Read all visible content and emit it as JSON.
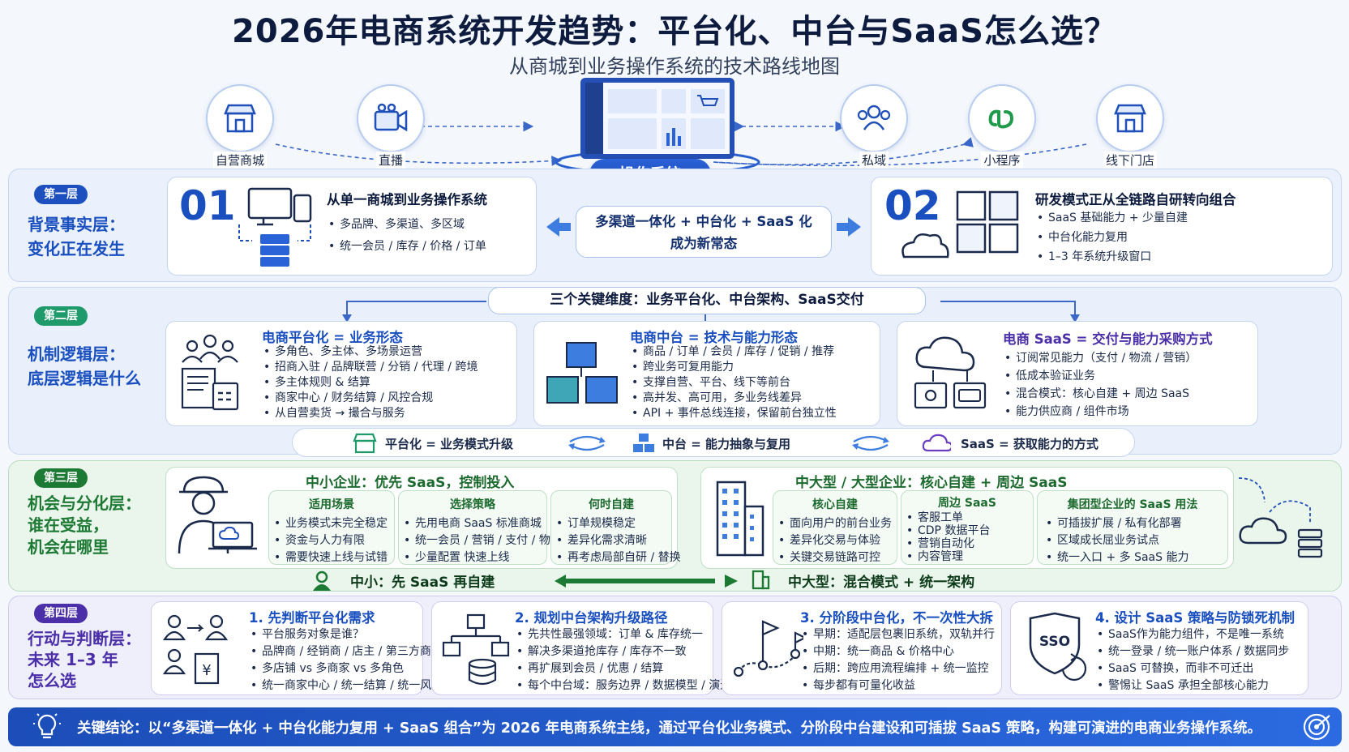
{
  "header": {
    "title": "2026年电商系统开发趋势：平台化、中台与SaaS怎么选？",
    "subtitle": "从商城到业务操作系统的技术路线地图"
  },
  "channels": [
    {
      "label": "自营商城",
      "icon": "storefront-icon"
    },
    {
      "label": "直播",
      "icon": "video-camera-icon"
    },
    {
      "label": "私域",
      "icon": "users-icon"
    },
    {
      "label": "小程序",
      "icon": "mini-program-icon"
    },
    {
      "label": "线下门店",
      "icon": "storefront-icon"
    }
  ],
  "ops_label": "操作系统",
  "layer1": {
    "tag": "第一层",
    "title_lines": [
      "背景事实层：",
      "变化正在发生"
    ],
    "card1": {
      "num": "01",
      "title": "从单一商城到业务操作系统",
      "items": [
        "多品牌、多渠道、多区域",
        "统一会员 / 库存 / 价格 / 订单"
      ]
    },
    "center_lines": [
      "多渠道一体化 + 中台化 + SaaS 化",
      "成为新常态"
    ],
    "card2": {
      "num": "02",
      "title": "研发模式正从全链路自研转向组合",
      "items": [
        "SaaS 基础能力 + 少量自建",
        "中台化能力复用",
        "1–3 年系统升级窗口"
      ]
    }
  },
  "layer2": {
    "tag": "第二层",
    "title_lines": [
      "机制逻辑层：",
      "底层逻辑是什么"
    ],
    "banner": "三个关键维度：业务平台化、中台架构、SaaS交付",
    "cards": [
      {
        "title": "电商平台化 = 业务形态",
        "items": [
          "多角色、多主体、多场景运营",
          "招商入驻 / 品牌联营 / 分销 / 代理 / 跨境",
          "多主体规则 & 结算",
          "商家中心 / 财务结算 / 风控合规",
          "从自营卖货 → 撮合与服务"
        ]
      },
      {
        "title": "电商中台 = 技术与能力形态",
        "items": [
          "商品 / 订单 / 会员 / 库存 / 促销 / 推荐",
          "跨业务可复用能力",
          "支撑自营、平台、线下等前台",
          "高并发、高可用，多业务线差异",
          "API + 事件总线连接，保留前台独立性"
        ]
      },
      {
        "title": "电商 SaaS = 交付与能力采购方式",
        "items": [
          "订阅常见能力（支付 / 物流 / 营销）",
          "低成本验证业务",
          "混合模式：核心自建 + 周边 SaaS",
          "能力供应商 / 组件市场"
        ]
      }
    ],
    "strip": [
      "平台化 = 业务模式升级",
      "中台 = 能力抽象与复用",
      "SaaS = 获取能力的方式"
    ]
  },
  "layer3": {
    "tag": "第三层",
    "title_lines": [
      "机会与分化层：",
      "谁在受益，",
      "机会在哪里"
    ],
    "left": {
      "title": "中小企业：优先 SaaS，控制投入",
      "subs": [
        {
          "title": "适用场景",
          "items": [
            "业务模式未完全稳定",
            "资金与人力有限",
            "需要快速上线与试错"
          ]
        },
        {
          "title": "选择策略",
          "items": [
            "先用电商 SaaS 标准商城",
            "统一会员 / 营销 / 支付 / 物流",
            "少量配置 快速上线"
          ]
        },
        {
          "title": "何时自建",
          "items": [
            "订单规模稳定",
            "差异化需求清晰",
            "再考虑局部自研 / 替换"
          ]
        }
      ]
    },
    "right": {
      "title": "中大型 / 大型企业：核心自建 + 周边 SaaS",
      "subs": [
        {
          "title": "核心自建",
          "items": [
            "面向用户的前台业务",
            "差异化交易与体验",
            "关键交易链路可控"
          ]
        },
        {
          "title": "周边 SaaS",
          "items": [
            "客服工单",
            "CDP 数据平台",
            "营销自动化",
            "内容管理"
          ]
        },
        {
          "title": "集团型企业的 SaaS 用法",
          "items": [
            "可插拔扩展 / 私有化部署",
            "区域成长屈业务试点",
            "统一入口 + 多 SaaS 能力"
          ]
        }
      ]
    },
    "bottom_left": "中小：先 SaaS 再自建",
    "bottom_right": "中大型：混合模式 + 统一架构"
  },
  "layer4": {
    "tag": "第四层",
    "title_lines": [
      "行动与判断层：",
      "未来 1–3 年",
      "怎么选"
    ],
    "cards": [
      {
        "title": "1. 先判断平台化需求",
        "items": [
          "平台服务对象是谁？",
          "品牌商 / 经销商 / 店主 / 第三方商家",
          "多店铺 vs 多商家 vs 多角色",
          "统一商家中心 / 统一结算 / 统一风控"
        ]
      },
      {
        "title": "2. 规划中台架构升级路径",
        "items": [
          "先共性最强领域：订单 & 库存统一",
          "解决多渠道抢库存 / 库存不一致",
          "再扩展到会员 / 优惠 / 结算",
          "每个中台域：服务边界 / 数据模型 / 演进节奏"
        ]
      },
      {
        "title": "3. 分阶段中台化，不一次性大拆",
        "items": [
          "早期：适配层包裹旧系统，双轨并行",
          "中期：统一商品 & 价格中心",
          "后期：跨应用流程编排 + 统一监控",
          "每步都有可量化收益"
        ]
      },
      {
        "title": "4. 设计 SaaS 策略与防锁死机制",
        "items": [
          "SaaS作为能力组件，不是唯一系统",
          "统一登录 / 统一账户体系 / 数据同步",
          "SaaS 可替换，而非不可迁出",
          "警惕让 SaaS 承担全部核心能力"
        ]
      }
    ],
    "sso_label": "SSO"
  },
  "footer": {
    "text": "关键结论：以“多渠道一体化 + 中台化能力复用 + SaaS 组合”为 2026 年电商系统主线，通过平台化业务模式、分阶段中台建设和可插拔 SaaS 策略，构建可演进的电商业务操作系统。"
  },
  "colors": {
    "blue": "#1a4fc0",
    "green": "#1d7a34",
    "purple": "#4b2fa8",
    "navy": "#0d1b3e"
  }
}
